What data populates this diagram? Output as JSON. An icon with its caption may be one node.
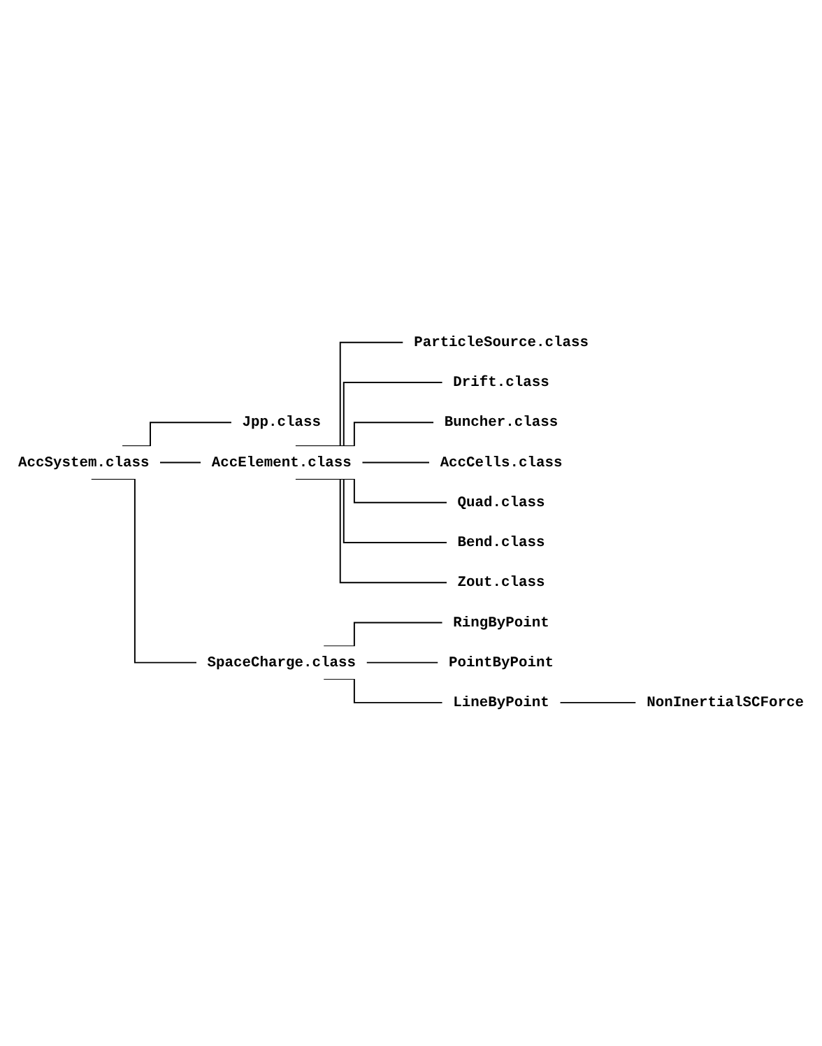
{
  "diagram": {
    "nodes": [
      {
        "text": [
          "AccSystem.class"
        ]
      },
      {
        "text": [
          "Jpp.class"
        ]
      },
      {
        "text": [
          "AccElement.class"
        ]
      },
      {
        "text": [
          "ParticleSource.class"
        ]
      },
      {
        "text": [
          "Drift.class"
        ]
      },
      {
        "text": [
          "Buncher.class"
        ]
      },
      {
        "text": [
          "AccCells.class"
        ]
      },
      {
        "text": [
          "Quad.class"
        ]
      },
      {
        "text": [
          "Bend.class"
        ]
      },
      {
        "text": [
          "Zout.class"
        ]
      },
      {
        "text": [
          "SpaceCharge.class"
        ]
      },
      {
        "text": [
          "RingByPoint"
        ]
      },
      {
        "text": [
          "PointByPoint"
        ]
      },
      {
        "text": [
          "LineByPoint"
        ]
      },
      {
        "text": [
          "NonInertialSCForce"
        ]
      }
    ],
    "edges": [
      {
        "from": 0,
        "to": 1,
        "arrow": "none"
      },
      {
        "from": 0,
        "to": 2,
        "arrow": "none"
      },
      {
        "from": 0,
        "to": 10,
        "arrow": "none"
      },
      {
        "from": 2,
        "to": 3,
        "arrow": "none"
      },
      {
        "from": 2,
        "to": 4,
        "arrow": "none"
      },
      {
        "from": 2,
        "to": 5,
        "arrow": "none"
      },
      {
        "from": 2,
        "to": 6,
        "arrow": "none"
      },
      {
        "from": 2,
        "to": 7,
        "arrow": "none"
      },
      {
        "from": 2,
        "to": 8,
        "arrow": "none"
      },
      {
        "from": 2,
        "to": 9,
        "arrow": "none"
      },
      {
        "from": 10,
        "to": 11,
        "arrow": "none"
      },
      {
        "from": 10,
        "to": 12,
        "arrow": "none"
      },
      {
        "from": 10,
        "to": 13,
        "arrow": "none"
      },
      {
        "from": 13,
        "to": 14,
        "arrow": "none"
      }
    ]
  }
}
